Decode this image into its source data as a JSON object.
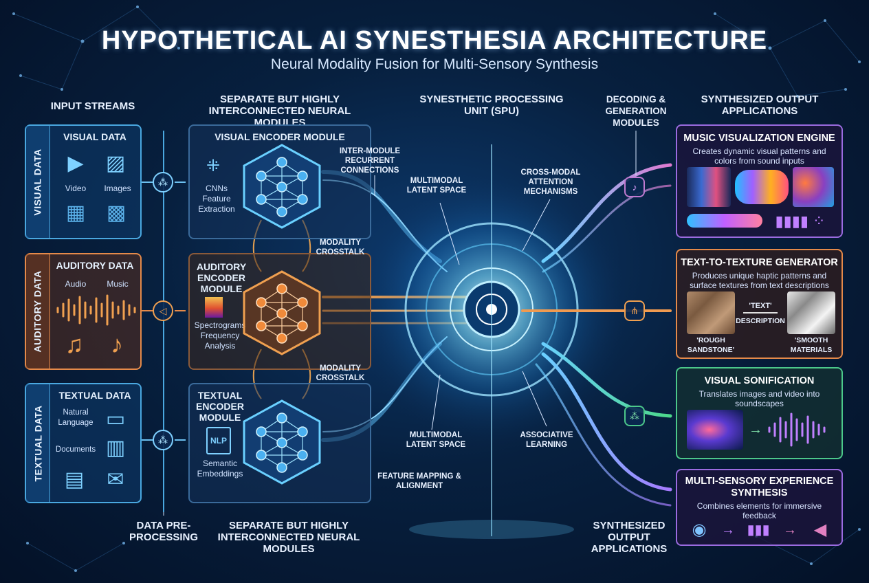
{
  "title": "HYPOTHETICAL AI SYNESTHESIA ARCHITECTURE",
  "subtitle": "Neural Modality Fusion for Multi-Sensory Synthesis",
  "headers": {
    "input_streams": "INPUT STREAMS",
    "modules_top": "SEPARATE BUT HIGHLY INTERCONNECTED NEURAL MODULES",
    "spu": "SYNESTHETIC PROCESSING UNIT (SPU)",
    "decoding": "DECODING & GENERATION MODULES",
    "outputs_top": "SYNTHESIZED OUTPUT APPLICATIONS",
    "data_preprocessing": "DATA PRE-PROCESSING",
    "modules_bottom": "SEPARATE BUT HIGHLY INTERCONNECTED NEURAL MODULES",
    "outputs_bottom": "SYNTHESIZED OUTPUT APPLICATIONS"
  },
  "inputs": {
    "visual": {
      "side": "VISUAL DATA",
      "title": "VISUAL DATA",
      "item1": "Video",
      "item2": "Images"
    },
    "auditory": {
      "side": "AUDITORY DATA",
      "title": "AUDITORY DATA",
      "item1": "Audio",
      "item2": "Music"
    },
    "textual": {
      "side": "TEXTUAL DATA",
      "title": "TEXTUAL DATA",
      "item1": "Natural Language",
      "item2": "Documents"
    }
  },
  "modules": {
    "visual": {
      "title": "VISUAL ENCODER MODULE",
      "desc": "CNNs Feature Extraction"
    },
    "auditory": {
      "title": "AUDITORY ENCODER MODULE",
      "desc": "Spectrograms Frequency Analysis"
    },
    "textual": {
      "title": "TEXTUAL ENCODER MODULE",
      "badge": "NLP",
      "desc": "Semantic Embeddings"
    }
  },
  "connections": {
    "inter_module": "INTER-MODULE RECURRENT CONNECTIONS",
    "crosstalk1": "MODALITY CROSSTALK",
    "crosstalk2": "MODALITY CROSSTALK"
  },
  "spu_labels": {
    "latent_top": "MULTIMODAL LATENT SPACE",
    "attention": "CROSS-MODAL ATTENTION MECHANISMS",
    "latent_bottom": "MULTIMODAL LATENT SPACE",
    "associative": "ASSOCIATIVE LEARNING",
    "feature_mapping": "FEATURE MAPPING & ALIGNMENT"
  },
  "outputs": {
    "music": {
      "title": "MUSIC VISUALIZATION ENGINE",
      "desc": "Creates dynamic visual patterns and colors from sound inputs"
    },
    "texture": {
      "title": "TEXT-TO-TEXTURE GENERATOR",
      "desc": "Produces unique haptic patterns and surface textures from text descriptions",
      "mid1": "'TEXT'",
      "mid2": "DESCRIPTION",
      "left_caption": "'ROUGH SANDSTONE'",
      "right_caption": "'SMOOTH MATERIALS"
    },
    "sonification": {
      "title": "VISUAL SONIFICATION",
      "desc": "Translates images and video into soundscapes"
    },
    "multisensory": {
      "title": "MULTI-SENSORY EXPERIENCE SYNTHESIS",
      "desc": "Combines elements for immersive feedback"
    }
  },
  "colors": {
    "visual": "#4aa8e0",
    "auditory": "#e58a4a",
    "textual": "#4aa8e0",
    "music_border": "#9b6be0",
    "texture_border": "#e58a4a",
    "sonification_border": "#4cc88a",
    "multisensory_border": "#9b6be0"
  }
}
